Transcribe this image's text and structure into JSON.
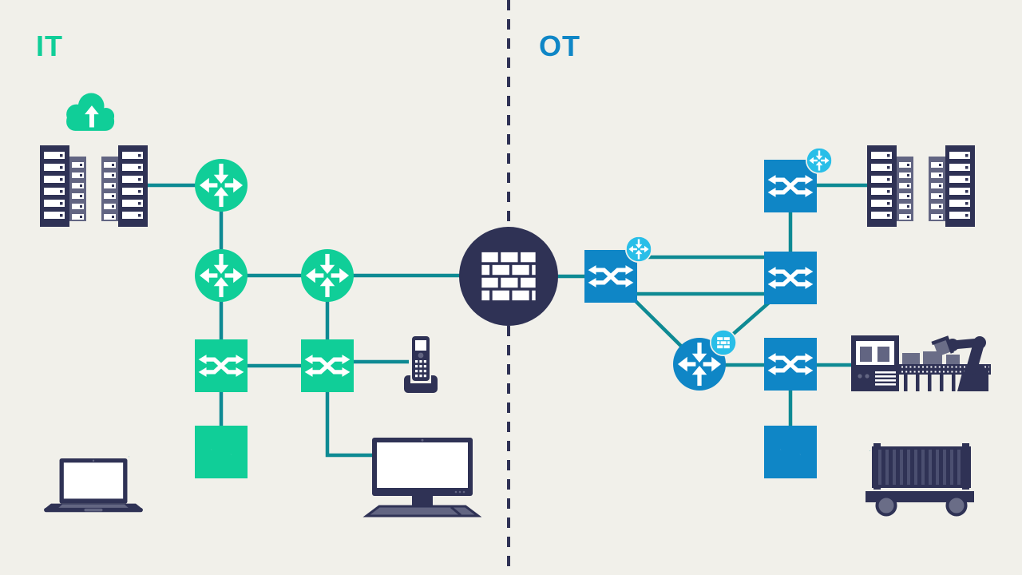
{
  "labels": {
    "it": "IT",
    "ot": "OT"
  },
  "colors": {
    "bg": "#F1F0EA",
    "green": "#10CE98",
    "blue": "#0F86C6",
    "cyan": "#29BEE8",
    "navy": "#2F3255",
    "teal": "#0E8A93",
    "gray": "#626582",
    "boxgray": "#6A6D87"
  },
  "diagram": {
    "divider": {
      "type": "dashed-line",
      "orientation": "vertical",
      "color": "#2F3255"
    },
    "firewall": {
      "id": "firewall",
      "icon": "firewall-icon"
    },
    "it": {
      "label": "IT",
      "accent": "#10CE98",
      "nodes": [
        {
          "id": "it-cloud",
          "icon": "cloud-upload-icon"
        },
        {
          "id": "it-servers",
          "icon": "server-rack-icon"
        },
        {
          "id": "it-router-1",
          "icon": "router-icon"
        },
        {
          "id": "it-router-2",
          "icon": "router-icon"
        },
        {
          "id": "it-router-3",
          "icon": "router-icon"
        },
        {
          "id": "it-switch-1",
          "icon": "switch-icon"
        },
        {
          "id": "it-switch-2",
          "icon": "switch-icon"
        },
        {
          "id": "it-wireless-ap",
          "icon": "wireless-ap-icon"
        },
        {
          "id": "it-laptop",
          "icon": "laptop-icon",
          "badge": "wifi-waves-icon"
        },
        {
          "id": "it-ip-phone",
          "icon": "ip-phone-icon"
        },
        {
          "id": "it-desktop",
          "icon": "desktop-computer-icon"
        }
      ]
    },
    "ot": {
      "label": "OT",
      "accent": "#0F86C6",
      "nodes": [
        {
          "id": "ot-switch-edge",
          "icon": "switch-icon",
          "badge": "router-badge-icon"
        },
        {
          "id": "ot-switch-top",
          "icon": "switch-icon",
          "badge": "router-badge-icon"
        },
        {
          "id": "ot-servers",
          "icon": "server-rack-icon"
        },
        {
          "id": "ot-switch-mid",
          "icon": "switch-icon"
        },
        {
          "id": "ot-router",
          "icon": "router-icon",
          "badge": "firewall-badge-icon"
        },
        {
          "id": "ot-switch-lower",
          "icon": "switch-icon"
        },
        {
          "id": "ot-wireless-ap",
          "icon": "wireless-ap-icon"
        },
        {
          "id": "ot-machine",
          "icon": "industrial-machine-icon"
        },
        {
          "id": "ot-container",
          "icon": "container-trailer-icon",
          "badge": "wifi-waves-icon"
        }
      ]
    },
    "connections": [
      [
        "it-servers",
        "it-router-1"
      ],
      [
        "it-router-1",
        "it-router-2"
      ],
      [
        "it-router-2",
        "it-router-3"
      ],
      [
        "it-router-2",
        "it-switch-1"
      ],
      [
        "it-router-3",
        "it-switch-2"
      ],
      [
        "it-switch-1",
        "it-switch-2"
      ],
      [
        "it-switch-1",
        "it-wireless-ap"
      ],
      [
        "it-switch-2",
        "it-ip-phone"
      ],
      [
        "it-switch-2",
        "it-desktop"
      ],
      [
        "it-router-3",
        "firewall"
      ],
      [
        "firewall",
        "ot-switch-edge"
      ],
      [
        "ot-switch-edge",
        "ot-switch-mid"
      ],
      [
        "ot-switch-edge",
        "ot-switch-mid"
      ],
      [
        "ot-switch-edge",
        "ot-router"
      ],
      [
        "ot-switch-mid",
        "ot-router"
      ],
      [
        "ot-switch-top",
        "ot-switch-mid"
      ],
      [
        "ot-switch-top",
        "ot-servers"
      ],
      [
        "ot-router",
        "ot-switch-lower"
      ],
      [
        "ot-switch-lower",
        "ot-machine"
      ],
      [
        "ot-switch-lower",
        "ot-wireless-ap"
      ]
    ]
  }
}
